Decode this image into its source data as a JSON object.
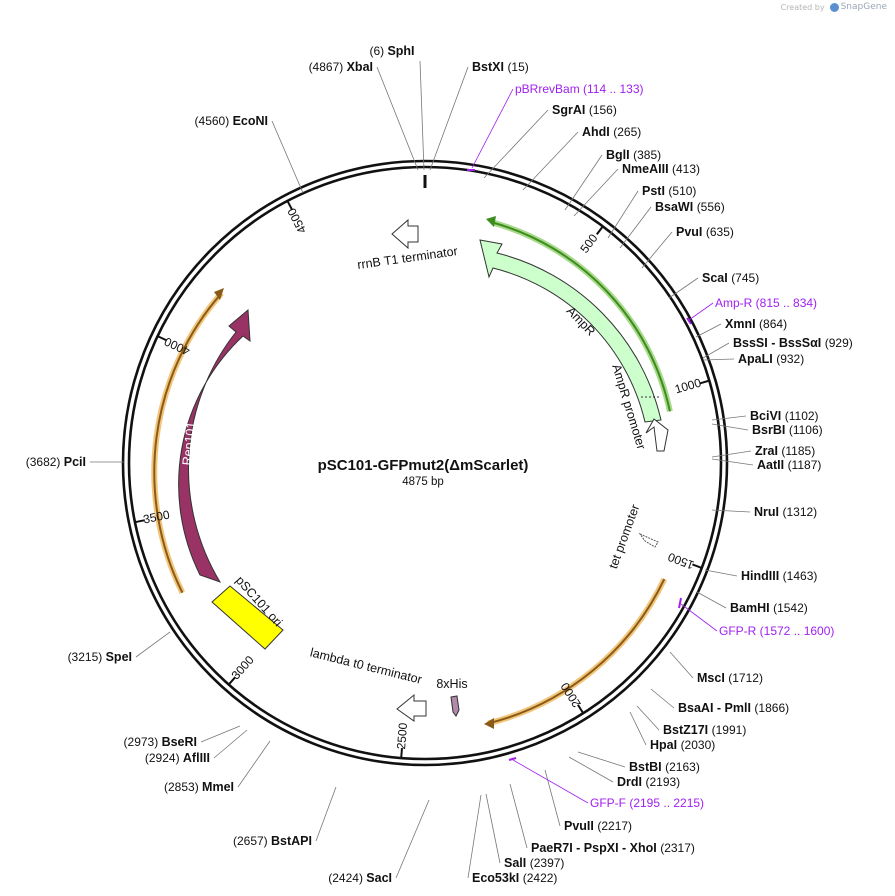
{
  "watermark": {
    "created_by": "Created by",
    "app_name": "SnapGene"
  },
  "plasmid": {
    "name": "pSC101-GFPmut2(ΔmScarlet)",
    "length_label": "4875 bp",
    "length": 4875
  },
  "ticks": [
    "500",
    "1000",
    "1500",
    "2000",
    "2500",
    "3000",
    "3500",
    "4000",
    "4500"
  ],
  "sites": [
    {
      "name": "SphI",
      "pos": "(6)"
    },
    {
      "name": "BstXI",
      "pos": "(15)"
    },
    {
      "name": "SgrAI",
      "pos": "(156)"
    },
    {
      "name": "AhdI",
      "pos": "(265)"
    },
    {
      "name": "BglI",
      "pos": "(385)"
    },
    {
      "name": "NmeAIII",
      "pos": "(413)"
    },
    {
      "name": "PstI",
      "pos": "(510)"
    },
    {
      "name": "BsaWI",
      "pos": "(556)"
    },
    {
      "name": "PvuI",
      "pos": "(635)"
    },
    {
      "name": "ScaI",
      "pos": "(745)"
    },
    {
      "name": "XmnI",
      "pos": "(864)"
    },
    {
      "name": "BssSI - BssSαI",
      "pos": "(929)"
    },
    {
      "name": "ApaLI",
      "pos": "(932)"
    },
    {
      "name": "BciVI",
      "pos": "(1102)"
    },
    {
      "name": "BsrBI",
      "pos": "(1106)"
    },
    {
      "name": "ZraI",
      "pos": "(1185)"
    },
    {
      "name": "AatII",
      "pos": "(1187)"
    },
    {
      "name": "NruI",
      "pos": "(1312)"
    },
    {
      "name": "HindIII",
      "pos": "(1463)"
    },
    {
      "name": "BamHI",
      "pos": "(1542)"
    },
    {
      "name": "MscI",
      "pos": "(1712)"
    },
    {
      "name": "BsaAI - PmlI",
      "pos": "(1866)"
    },
    {
      "name": "BstZ17I",
      "pos": "(1991)"
    },
    {
      "name": "HpaI",
      "pos": "(2030)"
    },
    {
      "name": "BstBI",
      "pos": "(2163)"
    },
    {
      "name": "DrdI",
      "pos": "(2193)"
    },
    {
      "name": "PvuII",
      "pos": "(2217)"
    },
    {
      "name": "PaeR7I - PspXI - XhoI",
      "pos": "(2317)"
    },
    {
      "name": "SalI",
      "pos": "(2397)"
    },
    {
      "name": "Eco53kI",
      "pos": "(2422)"
    },
    {
      "name": "SacI",
      "pos": "(2424)"
    },
    {
      "name": "BstAPI",
      "pos": "(2657)"
    },
    {
      "name": "MmeI",
      "pos": "(2853)"
    },
    {
      "name": "AflIII",
      "pos": "(2924)"
    },
    {
      "name": "BseRI",
      "pos": "(2973)"
    },
    {
      "name": "SpeI",
      "pos": "(3215)"
    },
    {
      "name": "PciI",
      "pos": "(3682)"
    },
    {
      "name": "EcoNI",
      "pos": "(4560)"
    },
    {
      "name": "XbaI",
      "pos": "(4867)"
    }
  ],
  "primers": [
    {
      "name": "pBRrevBam",
      "range": "(114 .. 133)"
    },
    {
      "name": "Amp-R",
      "range": "(815 .. 834)"
    },
    {
      "name": "GFP-R",
      "range": "(1572 .. 1600)"
    },
    {
      "name": "GFP-F",
      "range": "(2195 .. 2215)"
    }
  ],
  "features": [
    {
      "name": "rrnB T1 terminator",
      "color": "#ffffff"
    },
    {
      "name": "AmpR",
      "color": "#ccffcc"
    },
    {
      "name": "AmpR promoter",
      "color": "#ccffcc"
    },
    {
      "name": "tet promoter",
      "color": "#ffffff"
    },
    {
      "name": "lambda t0 terminator",
      "color": "#ffffff"
    },
    {
      "name": "8xHis",
      "color": "#b488a8"
    },
    {
      "name": "pSC101 ori",
      "color": "#ffff00"
    },
    {
      "name": "Rep101",
      "color": "#993366"
    }
  ],
  "orfs": [
    {
      "name": "AmpR ORF",
      "color": "#66aa22"
    },
    {
      "name": "GFP ORF",
      "color": "#996633"
    },
    {
      "name": "Rep101 ORF",
      "color": "#e0a040"
    }
  ]
}
